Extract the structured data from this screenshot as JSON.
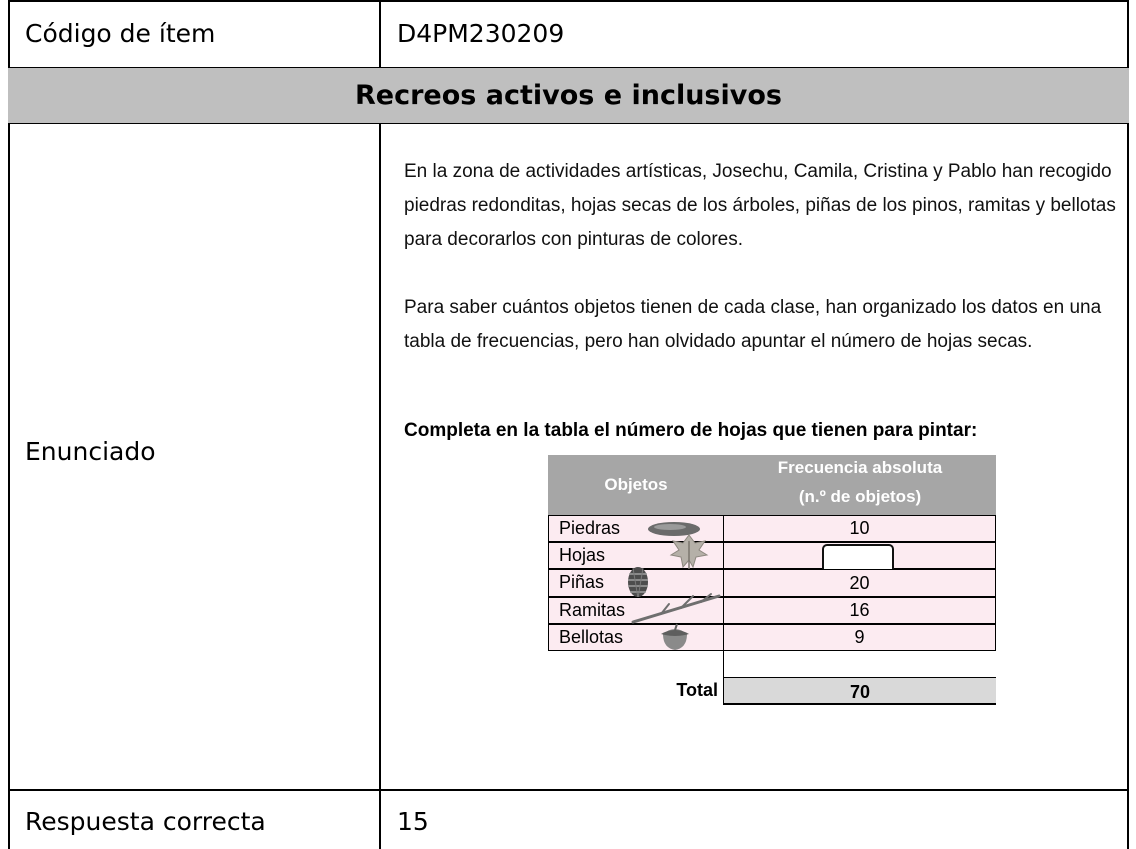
{
  "item_code": {
    "label": "Código de ítem",
    "value": "D4PM230209"
  },
  "title": "Recreos activos e inclusivos",
  "statement": {
    "label": "Enunciado",
    "paragraph_1": "En la zona de actividades artísticas, Josechu, Camila, Cristina y Pablo han recogido piedras redonditas, hojas secas de los árboles, piñas de los pinos, ramitas y bellotas para decorarlos con pinturas de colores.",
    "paragraph_2": "Para saber cuántos objetos tienen de cada clase, han organizado los datos en una tabla de frecuencias, pero han olvidado apuntar el número de hojas secas.",
    "instruction": "Completa en la tabla el número de hojas que tienen para pintar:",
    "table": {
      "header_objects": "Objetos",
      "header_freq_line1": "Frecuencia absoluta",
      "header_freq_line2": "(n.º de objetos)",
      "rows": [
        {
          "object": "Piedras",
          "value": "10",
          "icon": "stone-icon"
        },
        {
          "object": "Hojas",
          "value": "",
          "icon": "leaf-icon"
        },
        {
          "object": "Piñas",
          "value": "20",
          "icon": "pinecone-icon"
        },
        {
          "object": "Ramitas",
          "value": "16",
          "icon": "twig-icon"
        },
        {
          "object": "Bellotas",
          "value": "9",
          "icon": "acorn-icon"
        }
      ],
      "total_label": "Total",
      "total_value": "70"
    }
  },
  "answer": {
    "label": "Respuesta correcta",
    "value": "15"
  },
  "colors": {
    "title_band": "#bfbfbf",
    "table_header": "#a6a6a6",
    "table_row": "#fcebf1",
    "total_cell": "#d9d9d9"
  }
}
